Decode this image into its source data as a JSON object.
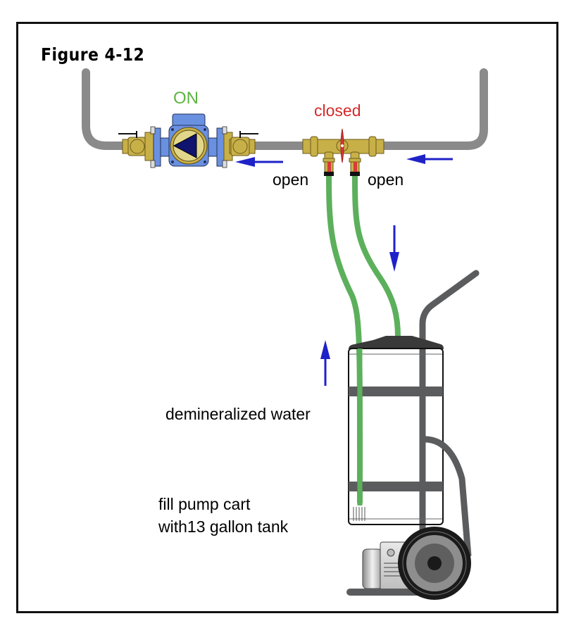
{
  "figure": {
    "title": "Figure 4-12"
  },
  "labels": {
    "pump_state": "ON",
    "main_valve_state": "closed",
    "left_drain_valve_state": "open",
    "right_drain_valve_state": "open",
    "tank_contents": "demineralized water",
    "cart_line1": "fill pump cart",
    "cart_line2": "with13 gallon tank"
  },
  "colors": {
    "pipe": "#8a8a8a",
    "hose": "#5cb05c",
    "arrow": "#1f22c8",
    "brass": "#c8b048",
    "pump_blue": "#6a90e0",
    "valve_red": "#d93a3a",
    "on_text": "#5cb443",
    "closed_text": "#d52a2a",
    "cart": "#5b5c5e"
  },
  "flow_arrows": [
    {
      "name": "pipe-right-arrow",
      "direction": "left"
    },
    {
      "name": "pipe-left-arrow",
      "direction": "left"
    },
    {
      "name": "hose-down-arrow",
      "direction": "down"
    },
    {
      "name": "hose-up-arrow",
      "direction": "up"
    }
  ]
}
